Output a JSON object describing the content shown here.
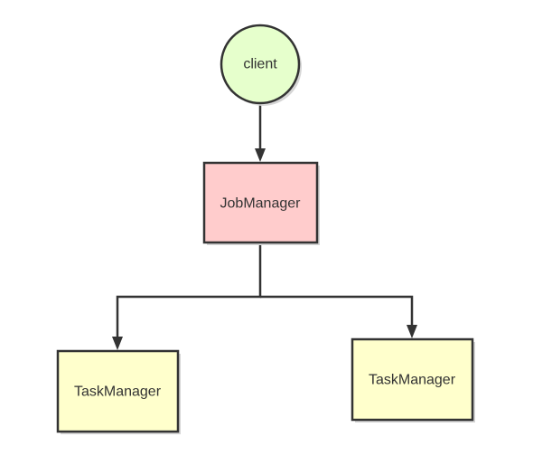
{
  "nodes": {
    "client": {
      "label": "client",
      "shape": "circle",
      "fill": "#E6FFCC"
    },
    "jobmanager": {
      "label": "JobManager",
      "shape": "rect",
      "fill": "#FFCCCC"
    },
    "taskmanager_left": {
      "label": "TaskManager",
      "shape": "rect",
      "fill": "#FFFFCC"
    },
    "taskmanager_right": {
      "label": "TaskManager",
      "shape": "rect",
      "fill": "#FFFFCC"
    }
  },
  "edges": [
    {
      "from": "client",
      "to": "jobmanager"
    },
    {
      "from": "jobmanager",
      "to": "taskmanager_left"
    },
    {
      "from": "jobmanager",
      "to": "taskmanager_right"
    }
  ],
  "colors": {
    "stroke": "#333333",
    "text": "#333333",
    "shadow": "#D6D6D6"
  }
}
